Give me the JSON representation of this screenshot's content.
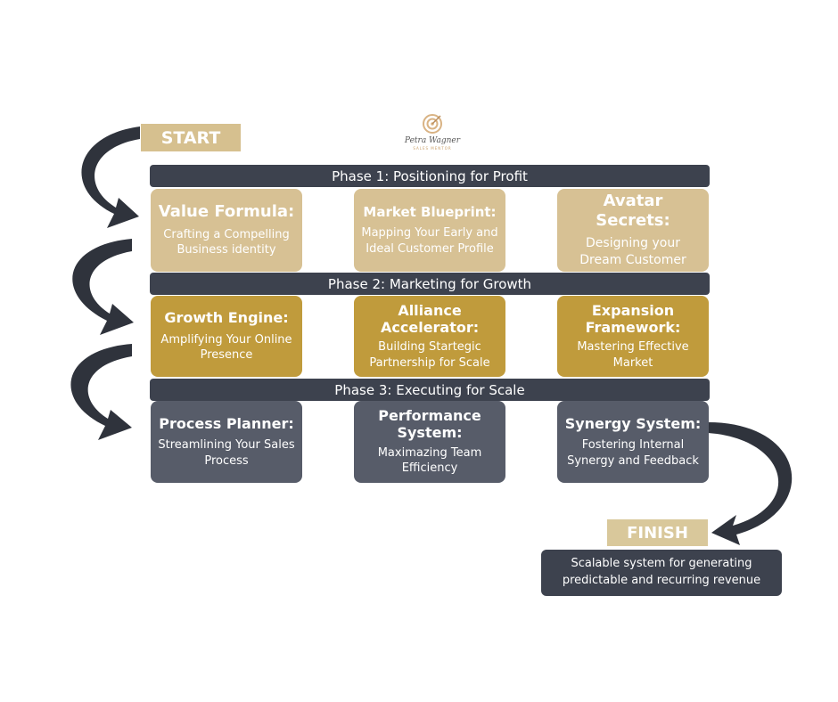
{
  "start_label": "START",
  "finish_label": "FINISH",
  "logo": {
    "signature": "Petra Wagner",
    "tagline": "SALES MENTOR"
  },
  "phases": [
    {
      "title": "Phase 1: Positioning for Profit",
      "cards": [
        {
          "title": "Value Formula:",
          "subtitle": "Crafting a Compelling Business identity"
        },
        {
          "title": "Market Blueprint:",
          "subtitle": "Mapping Your Early and Ideal Customer Profile"
        },
        {
          "title": "Avatar Secrets:",
          "subtitle": "Designing your Dream Customer"
        }
      ]
    },
    {
      "title": "Phase 2: Marketing for Growth",
      "cards": [
        {
          "title": "Growth Engine:",
          "subtitle": "Amplifying Your Online Presence"
        },
        {
          "title": "Alliance Accelerator:",
          "subtitle": "Building Startegic Partnership for Scale"
        },
        {
          "title": "Expansion Framework:",
          "subtitle": "Mastering Effective Market"
        }
      ]
    },
    {
      "title": "Phase 3: Executing for Scale",
      "cards": [
        {
          "title": "Process Planner:",
          "subtitle": "Streamlining Your Sales Process"
        },
        {
          "title": "Performance System:",
          "subtitle": "Maximazing Team Efficiency"
        },
        {
          "title": "Synergy System:",
          "subtitle": "Fostering Internal Synergy and Feedback"
        }
      ]
    }
  ],
  "result_text": "Scalable system for generating predictable and recurring revenue",
  "colors": {
    "phase_bar": "#3d424e",
    "phase1_card": "#d7c194",
    "phase2_card": "#c09b3c",
    "phase3_card": "#575c69",
    "arrow": "#2f333c"
  }
}
